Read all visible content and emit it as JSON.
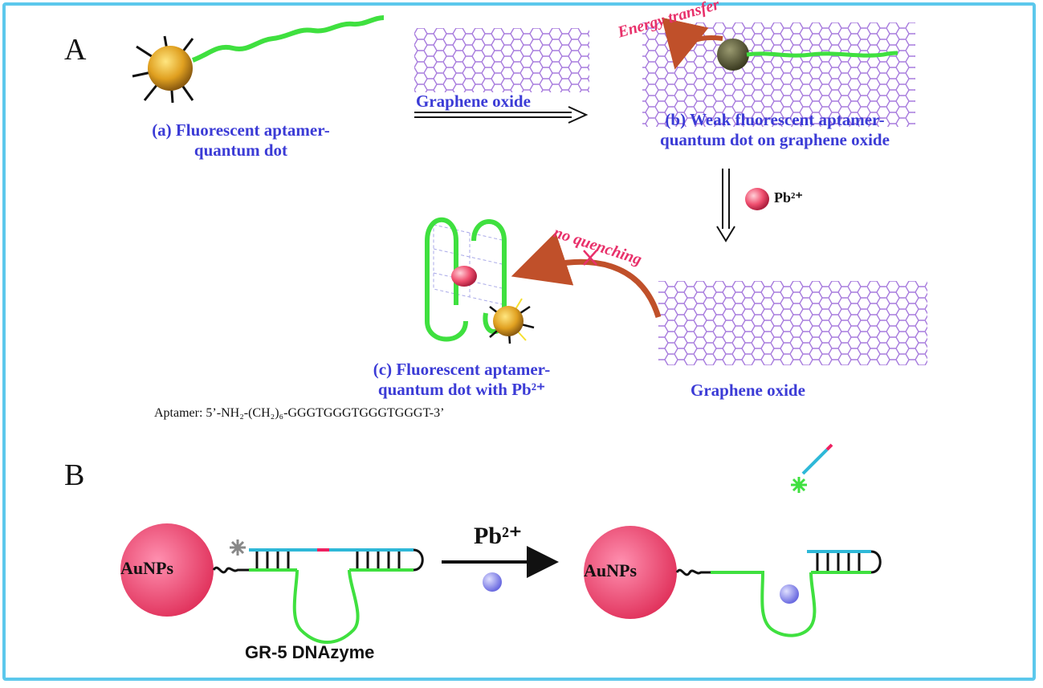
{
  "panels": {
    "a_label": "A",
    "b_label": "B"
  },
  "panel_a": {
    "graphene_label_top": "Graphene oxide",
    "step_a_line1": "(a) Fluorescent aptamer-",
    "step_a_line2": "quantum dot",
    "step_b_line1": "(b) Weak fluorescent aptamer-",
    "step_b_line2": "quantum dot on graphene oxide",
    "energy_transfer": "Energy transfer",
    "pb_ion": "Pb²⁺",
    "no_quenching": "no quenching",
    "step_c_line1": "(c)  Fluorescent aptamer-",
    "step_c_line2": "quantum dot with Pb²⁺",
    "graphene_label_bottom": "Graphene oxide",
    "aptamer_sequence": "Aptamer: 5’-NH₂-(CH₂)₆-GGGTGGGTGGGTGGGT-3’"
  },
  "panel_b": {
    "aunp_left": "AuNPs",
    "aunp_right": "AuNPs",
    "pb_label": "Pb²⁺",
    "dnazyme_label": "GR-5 DNAzyme"
  },
  "colors": {
    "frame": "#5cc8ec",
    "label_blue": "#3b3bd6",
    "annotation_pink": "#e8306a",
    "strand_green": "#3fe03f",
    "graphene_purple": "#a77bdd",
    "aunp_pink": "#f0507a",
    "pb_ion_blue": "#7f7ff0",
    "curved_arrow_orange": "#c0502a"
  }
}
